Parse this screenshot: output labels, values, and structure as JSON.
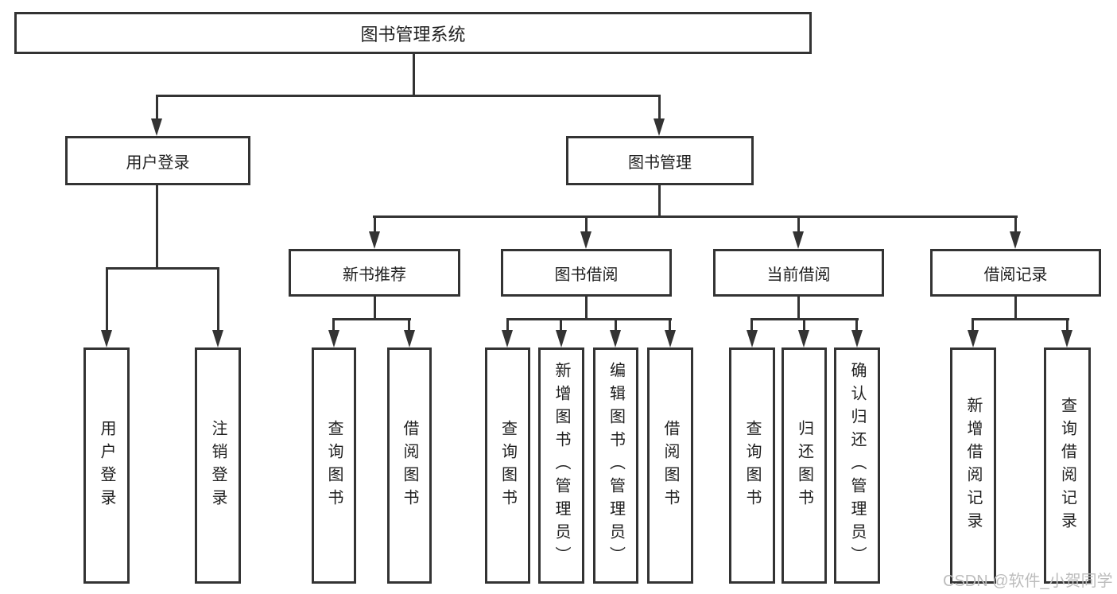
{
  "diagram": {
    "root": {
      "label": "图书管理系统"
    },
    "level2": [
      {
        "label": "用户登录"
      },
      {
        "label": "图书管理"
      }
    ],
    "level3": [
      {
        "label": "新书推荐"
      },
      {
        "label": "图书借阅"
      },
      {
        "label": "当前借阅"
      },
      {
        "label": "借阅记录"
      }
    ],
    "leaves": {
      "user_login": [
        {
          "label": "用户登录"
        },
        {
          "label": "注销登录"
        }
      ],
      "new_book": [
        {
          "label": "查询图书"
        },
        {
          "label": "借阅图书"
        }
      ],
      "book_borrow": [
        {
          "label": "查询图书"
        },
        {
          "label": "新增图书（管理员）"
        },
        {
          "label": "编辑图书（管理员）"
        },
        {
          "label": "借阅图书"
        }
      ],
      "current_borrow": [
        {
          "label": "查询图书"
        },
        {
          "label": "归还图书"
        },
        {
          "label": "确认归还（管理员）"
        }
      ],
      "borrow_records": [
        {
          "label": "新增借阅记录"
        },
        {
          "label": "查询借阅记录"
        }
      ]
    }
  },
  "watermark": {
    "text": "CSDN @软件_小贺同学"
  },
  "colors": {
    "line": "#333333",
    "text": "#1f1f1f",
    "watermark": "#bdbdbd",
    "background": "#ffffff"
  }
}
